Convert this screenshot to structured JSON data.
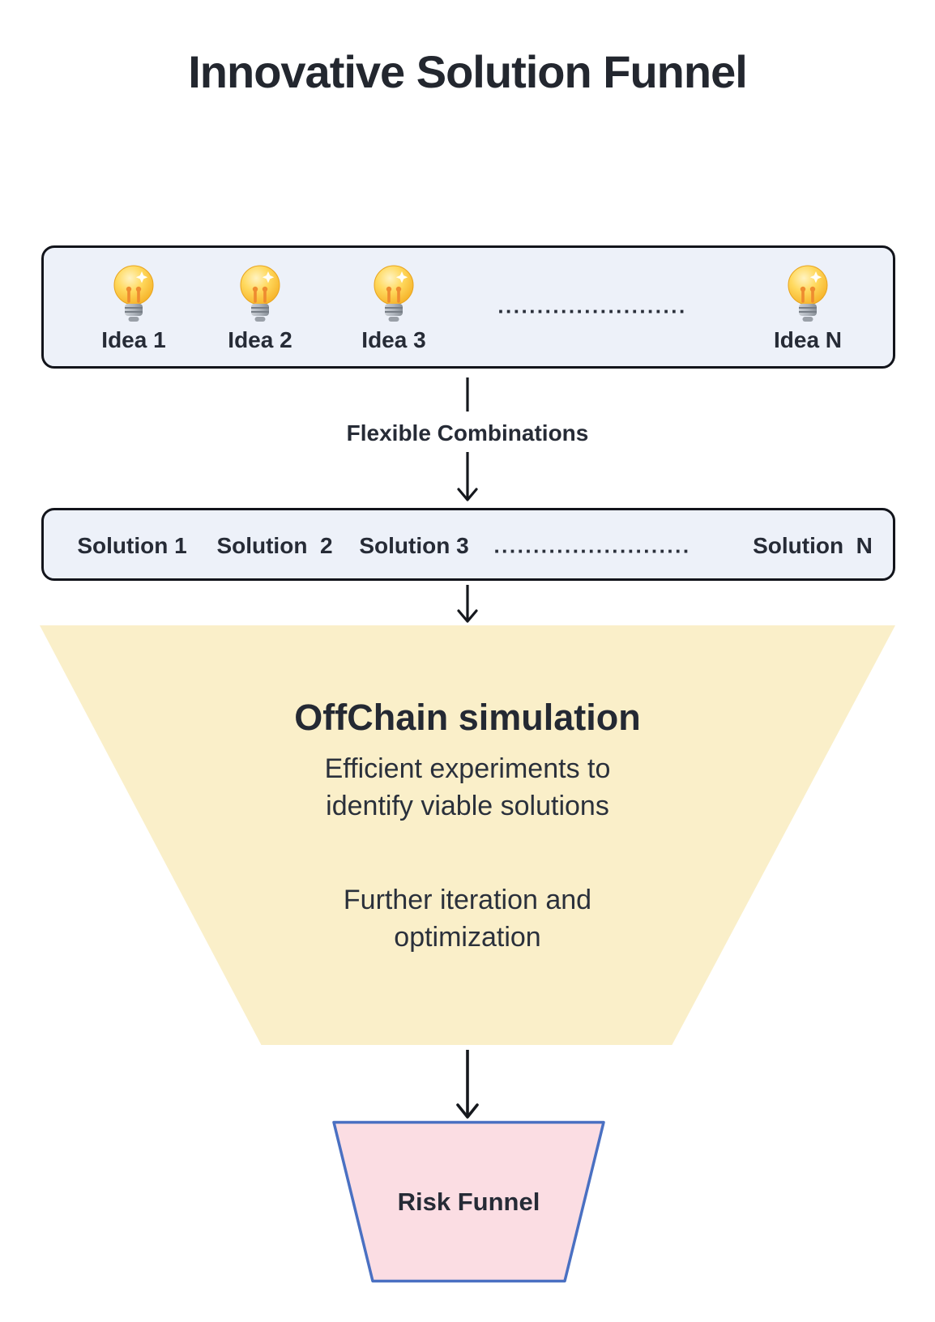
{
  "title": "Innovative Solution Funnel",
  "ideas_box": {
    "items": [
      {
        "label": "Idea 1"
      },
      {
        "label": "Idea 2"
      },
      {
        "label": "Idea 3"
      },
      {
        "label": "Idea N"
      }
    ],
    "separator": "........................",
    "icon": "light-bulb",
    "background_color": "#EDF1F9",
    "border_color": "#12141B"
  },
  "flow": {
    "combination_label": "Flexible Combinations"
  },
  "solutions_box": {
    "items": [
      {
        "label": "Solution 1"
      },
      {
        "label": "Solution  2"
      },
      {
        "label": "Solution 3"
      },
      {
        "label": "Solution  N"
      }
    ],
    "separator": ".........................",
    "background_color": "#EDF1F9",
    "border_color": "#12141B"
  },
  "funnel": {
    "title": "OffChain simulation",
    "description_lines": [
      "Efficient experiments to",
      "identify viable solutions"
    ],
    "note_lines": [
      "Further iteration and",
      "optimization"
    ],
    "fill_color": "#FAEFC9"
  },
  "risk_funnel": {
    "label": "Risk Funnel",
    "fill_color": "#FBDDE3",
    "border_color": "#4A70C2"
  },
  "arrow_color": "#15181D",
  "text_color": "#262B36"
}
